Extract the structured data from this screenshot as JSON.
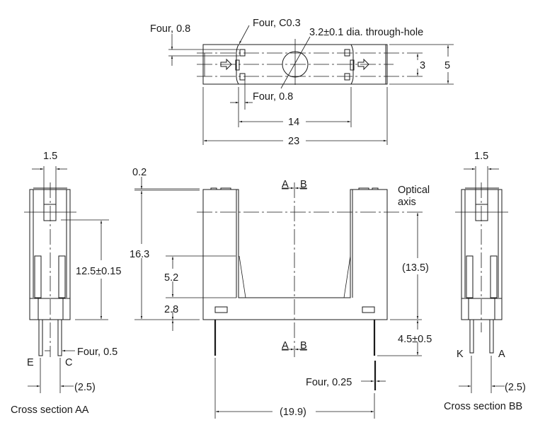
{
  "top_view": {
    "label_four_08_a": "Four, 0.8",
    "label_chamfer": "Four, C0.3",
    "label_hole": "3.2±0.1 dia. through-hole",
    "label_four_08_b": "Four, 0.8",
    "dim_3": "3",
    "dim_5": "5",
    "dim_14": "14",
    "dim_23": "23"
  },
  "front_view": {
    "dim_02": "0.2",
    "dim_163": "16.3",
    "dim_52": "5.2",
    "dim_28": "2.8",
    "section_a": "A",
    "section_b": "B",
    "optical_axis_1": "Optical",
    "optical_axis_2": "axis",
    "dim_135": "(13.5)",
    "dim_45": "4.5±0.5",
    "label_pins": "Four, 0.25",
    "dim_199": "(19.9)"
  },
  "section_aa": {
    "dim_15": "1.5",
    "dim_125": "12.5±0.15",
    "label_pins": "Four, 0.5",
    "pin_e": "E",
    "pin_c": "C",
    "dim_25": "(2.5)",
    "title": "Cross section AA"
  },
  "section_bb": {
    "dim_15": "1.5",
    "pin_k": "K",
    "pin_a": "A",
    "dim_25": "(2.5)",
    "title": "Cross section BB"
  }
}
